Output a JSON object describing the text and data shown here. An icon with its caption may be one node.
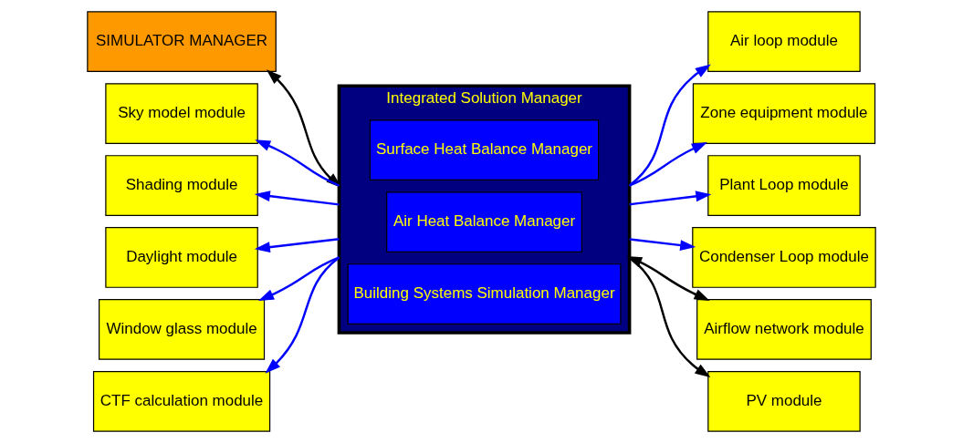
{
  "diagram": {
    "nodes": [
      {
        "text": [
          "SIMULATOR MANAGER"
        ]
      },
      {
        "text": [
          "Integrated Solution Manager"
        ]
      },
      {
        "text": [
          "Surface Heat Balance Manager"
        ],
        "in": 1
      },
      {
        "text": [
          "Air Heat Balance Manager"
        ],
        "in": 1
      },
      {
        "text": [
          "Building Systems Simulation Manager"
        ],
        "in": 1
      },
      {
        "text": [
          "Sky model module"
        ]
      },
      {
        "text": [
          "Shading module"
        ]
      },
      {
        "text": [
          "Daylight module"
        ]
      },
      {
        "text": [
          "Window glass module"
        ]
      },
      {
        "text": [
          "CTF calculation module"
        ]
      },
      {
        "text": [
          "Air loop module"
        ]
      },
      {
        "text": [
          "Zone equipment module"
        ]
      },
      {
        "text": [
          "Plant Loop module"
        ]
      },
      {
        "text": [
          "Condenser Loop module"
        ]
      },
      {
        "text": [
          "Airflow network module"
        ]
      },
      {
        "text": [
          "PV module"
        ]
      }
    ],
    "edges": [
      {
        "from": 0,
        "to": 1,
        "arrow": "both",
        "color": "#000000"
      },
      {
        "from": 1,
        "to": 5,
        "arrow": "to"
      },
      {
        "from": 1,
        "to": 6,
        "arrow": "to"
      },
      {
        "from": 1,
        "to": 7,
        "arrow": "to"
      },
      {
        "from": 1,
        "to": 8,
        "arrow": "to"
      },
      {
        "from": 1,
        "to": 9,
        "arrow": "to"
      },
      {
        "from": 1,
        "to": 10,
        "arrow": "to"
      },
      {
        "from": 1,
        "to": 11,
        "arrow": "to"
      },
      {
        "from": 1,
        "to": 12,
        "arrow": "to"
      },
      {
        "from": 1,
        "to": 13,
        "arrow": "to"
      },
      {
        "from": 1,
        "to": 14,
        "arrow": "both",
        "color": "#000000"
      },
      {
        "from": 1,
        "to": 15,
        "arrow": "to",
        "color": "#000000"
      }
    ]
  }
}
